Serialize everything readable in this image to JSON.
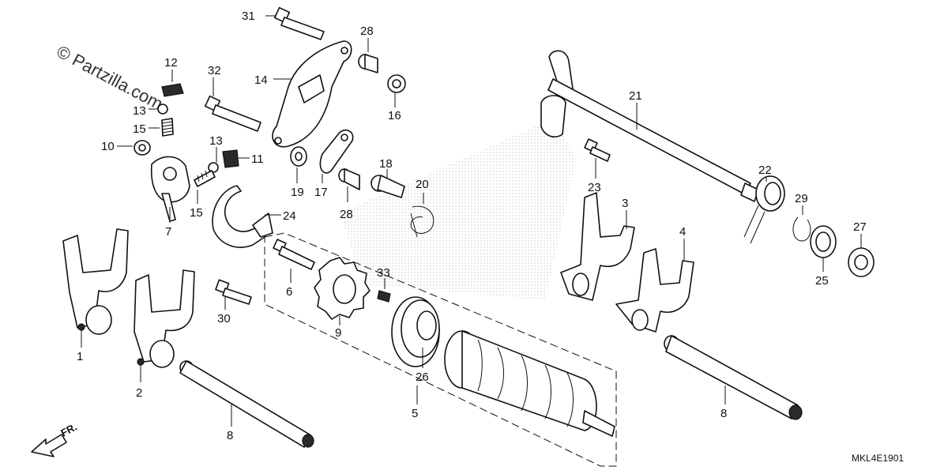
{
  "watermark": "© Partzilla.com",
  "diagram_code": "MKL4E1901",
  "front_arrow": {
    "label": "FR."
  },
  "callouts": [
    {
      "id": "1",
      "text": "1"
    },
    {
      "id": "2",
      "text": "2"
    },
    {
      "id": "3",
      "text": "3"
    },
    {
      "id": "4",
      "text": "4"
    },
    {
      "id": "5",
      "text": "5"
    },
    {
      "id": "6",
      "text": "6"
    },
    {
      "id": "7",
      "text": "7"
    },
    {
      "id": "8a",
      "text": "8"
    },
    {
      "id": "8b",
      "text": "8"
    },
    {
      "id": "9",
      "text": "9"
    },
    {
      "id": "10",
      "text": "10"
    },
    {
      "id": "11",
      "text": "11"
    },
    {
      "id": "12",
      "text": "12"
    },
    {
      "id": "13a",
      "text": "13"
    },
    {
      "id": "13b",
      "text": "13"
    },
    {
      "id": "14",
      "text": "14"
    },
    {
      "id": "15a",
      "text": "15"
    },
    {
      "id": "15b",
      "text": "15"
    },
    {
      "id": "16",
      "text": "16"
    },
    {
      "id": "17",
      "text": "17"
    },
    {
      "id": "18",
      "text": "18"
    },
    {
      "id": "19",
      "text": "19"
    },
    {
      "id": "20",
      "text": "20"
    },
    {
      "id": "21",
      "text": "21"
    },
    {
      "id": "22",
      "text": "22"
    },
    {
      "id": "23",
      "text": "23"
    },
    {
      "id": "24",
      "text": "24"
    },
    {
      "id": "25",
      "text": "25"
    },
    {
      "id": "26",
      "text": "26"
    },
    {
      "id": "27",
      "text": "27"
    },
    {
      "id": "28a",
      "text": "28"
    },
    {
      "id": "28b",
      "text": "28"
    },
    {
      "id": "29",
      "text": "29"
    },
    {
      "id": "30",
      "text": "30"
    },
    {
      "id": "31",
      "text": "31"
    },
    {
      "id": "32",
      "text": "32"
    },
    {
      "id": "33",
      "text": "33"
    }
  ]
}
